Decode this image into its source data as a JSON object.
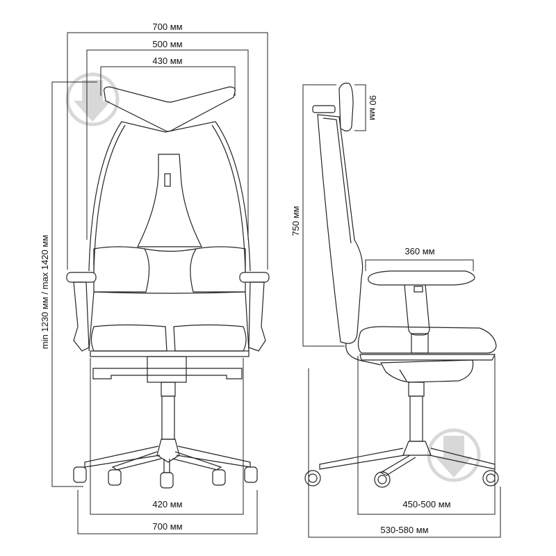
{
  "dimensions": {
    "front_total_width": "700 мм",
    "front_back_width": "500 мм",
    "front_headrest_width": "430 мм",
    "front_height": "min 1230 мм / max 1420 мм",
    "front_base_inner": "420 мм",
    "front_base_outer": "700 мм",
    "side_headrest": "90 мм",
    "side_back_height": "750 мм",
    "side_armrest": "360 мм",
    "side_seat_depth": "450-500 мм",
    "side_total_depth": "530-580 мм"
  },
  "watermark_icons": [
    "download-arrow-icon",
    "download-arrow-icon"
  ]
}
